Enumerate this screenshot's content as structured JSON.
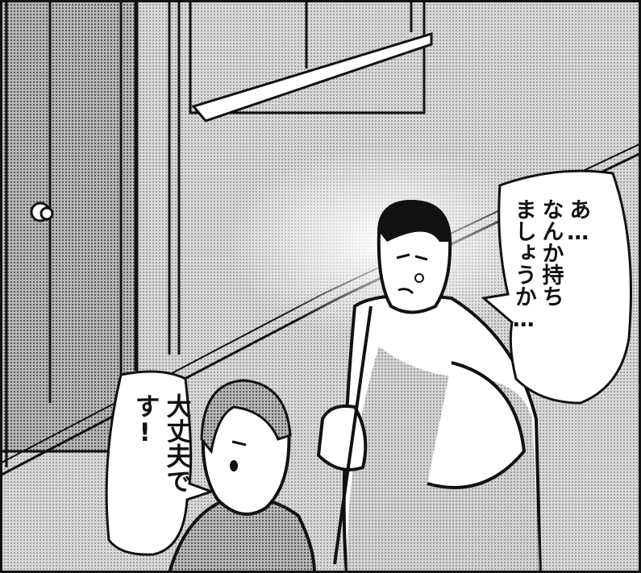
{
  "colors": {
    "ink": "#111111",
    "paper": "#ffffff",
    "wall": "#c8c8c8",
    "shade": "#8a8a8a"
  },
  "speech_bubbles": {
    "right": {
      "lines": [
        "あ…",
        "なんか持ち",
        "ましょうか…"
      ],
      "speaker": "man"
    },
    "left": {
      "lines": [
        "大丈夫です!"
      ],
      "speaker": "woman"
    }
  }
}
